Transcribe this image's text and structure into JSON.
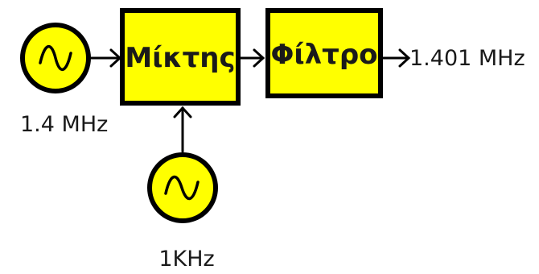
{
  "diagram": {
    "sources": {
      "carrier": {
        "label": "1.4 MHz",
        "icon": "sine-wave-icon"
      },
      "local_oscillator": {
        "label": "1KHz",
        "icon": "sine-wave-icon"
      }
    },
    "blocks": {
      "mixer": {
        "label": "Μίκτης"
      },
      "filter": {
        "label": "Φίλτρο"
      }
    },
    "output": {
      "label": "1.401 MHz"
    },
    "colors": {
      "fill": "#ffff00",
      "stroke": "#000000"
    }
  }
}
